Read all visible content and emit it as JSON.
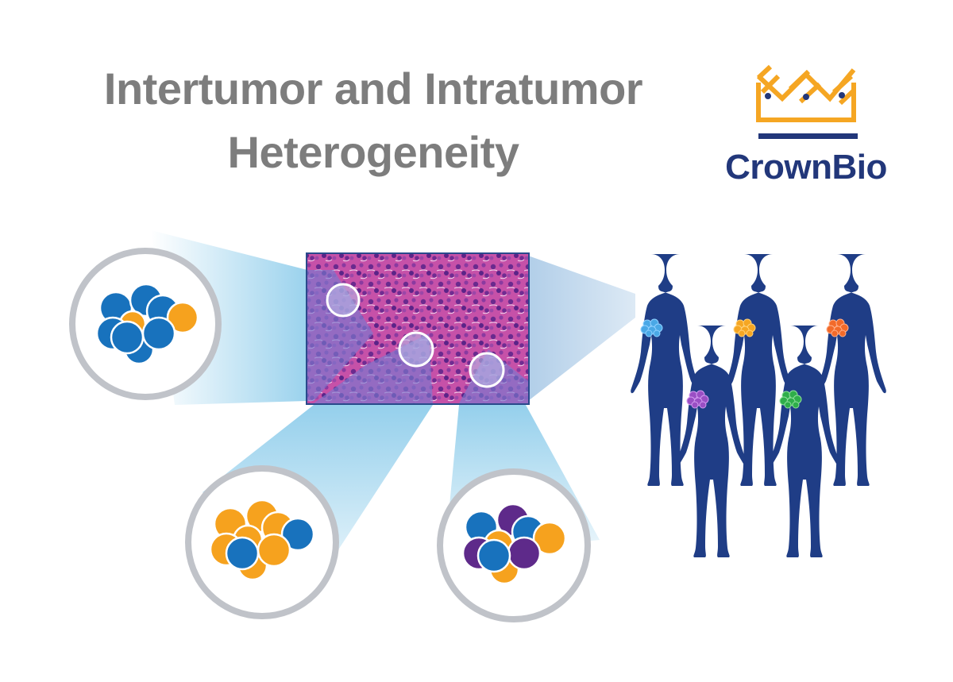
{
  "title": {
    "line1": "Intertumor and Intratumor",
    "line2": "Heterogeneity"
  },
  "logo": {
    "brand_name": "CrownBio",
    "icon": "crown-icon",
    "colors": {
      "crown": "#f5a623",
      "text": "#22377a",
      "dots": "#22377a"
    }
  },
  "colors": {
    "title_gray": "#7d7d7d",
    "cell_blue": "#1872bd",
    "cell_orange": "#f6a21e",
    "cell_purple": "#5e2a8a",
    "ring_gray": "#c0c3c9",
    "beam_blue": "#9fd4ee",
    "silhouette_navy": "#1f3d86",
    "tissue_pink": "#c04fa6",
    "tissue_purple": "#7a55b8",
    "frame_navy": "#2a4a8c"
  },
  "tissue_panel": {
    "label": "tumor-histology-section",
    "sample_circles": 3
  },
  "zoom_circles": [
    {
      "name": "sample-1",
      "composition": "mostly blue, 2 orange"
    },
    {
      "name": "sample-2",
      "composition": "mostly orange, 2 blue"
    },
    {
      "name": "sample-3",
      "composition": "mixed blue, purple, orange"
    }
  ],
  "patients": [
    {
      "name": "patient-1",
      "tumor_color": "#4aa8e6"
    },
    {
      "name": "patient-2",
      "tumor_color": "#9a4fc4"
    },
    {
      "name": "patient-3",
      "tumor_color": "#f5a623"
    },
    {
      "name": "patient-4",
      "tumor_color": "#2fae4a"
    },
    {
      "name": "patient-5",
      "tumor_color": "#f26a2a"
    }
  ]
}
